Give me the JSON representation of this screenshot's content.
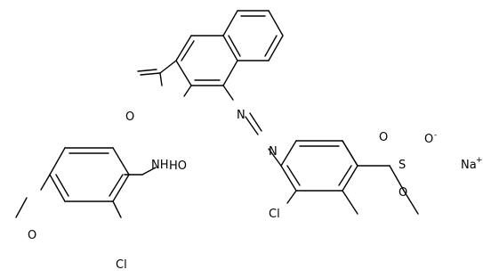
{
  "labels": {
    "o_carbonyl": "O",
    "nh": "NH",
    "oh": "HO",
    "n_a": "N",
    "n_b": "N",
    "o_methoxy": "O",
    "cl_left": "Cl",
    "cl_right": "Cl",
    "s": "S",
    "o_s1": "O",
    "o_s2": "O",
    "o_s3": "O",
    "o_s3_charge": "-",
    "na": "Na",
    "na_charge": "+"
  },
  "colors": {
    "ink": "#000000",
    "background": "#ffffff"
  }
}
